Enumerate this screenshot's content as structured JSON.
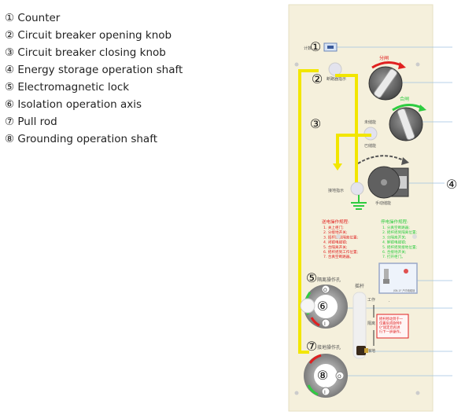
{
  "legend": [
    {
      "num": "①",
      "label": "Counter"
    },
    {
      "num": "②",
      "label": "Circuit breaker opening knob"
    },
    {
      "num": "③",
      "label": "Circuit breaker closing knob"
    },
    {
      "num": "④",
      "label": "Energy storage operation shaft"
    },
    {
      "num": "⑤",
      "label": "Electromagnetic lock"
    },
    {
      "num": "⑥",
      "label": "Isolation operation axis"
    },
    {
      "num": "⑦",
      "label": "Pull rod"
    },
    {
      "num": "⑧",
      "label": "Grounding operation shaft"
    }
  ],
  "callouts": [
    "①",
    "②",
    "③",
    "④",
    "⑤",
    "⑥",
    "⑦",
    "⑧"
  ],
  "panel": {
    "counter_label": "计数",
    "indicator_label": "断路器指示",
    "open_label": "分闸",
    "close_label": "合闸",
    "not_stored": "未储能",
    "stored": "已储能",
    "ground_indicator": "接地指示",
    "manual_storage": "手动储能",
    "power_off_title": "送电操作规程:",
    "power_off_steps": [
      "1. 关上柜门;",
      "2. 分接地开关;",
      "3. 摇杆摇到隔离位置;",
      "4. 闭锁电磁锁;",
      "5. 合隔离开关;",
      "6. 摇杆摇到工作位置;",
      "7. 合真空断路器。"
    ],
    "power_on_title": "停电操作规程:",
    "power_on_steps": [
      "1. 分真空断路器;",
      "2. 摇杆摇到隔离位置;",
      "3. 分隔离开关;",
      "4. 解锁电磁锁;",
      "5. 摇杆摇到接地位置;",
      "6. 合接地开关;",
      "7. 打开柜门。"
    ],
    "isolation_hole": "隔离操作孔",
    "ground_hole": "接地操作孔",
    "rocker": "摇杆",
    "work_pos": "工作",
    "isolation_pos": "隔离",
    "ground_pos": "接地",
    "lock_caption": "JSN-1F 户内电磁锁",
    "warning": "摇杆移动到于一位置后须旋转90°固定后再进行下一步操作。",
    "o_mark": "O",
    "i_mark": "I"
  },
  "colors": {
    "panel": "#f5f0dc",
    "yellow": "#f2e600",
    "green": "#2ecc40",
    "red": "#e02020",
    "dark": "#555555"
  }
}
